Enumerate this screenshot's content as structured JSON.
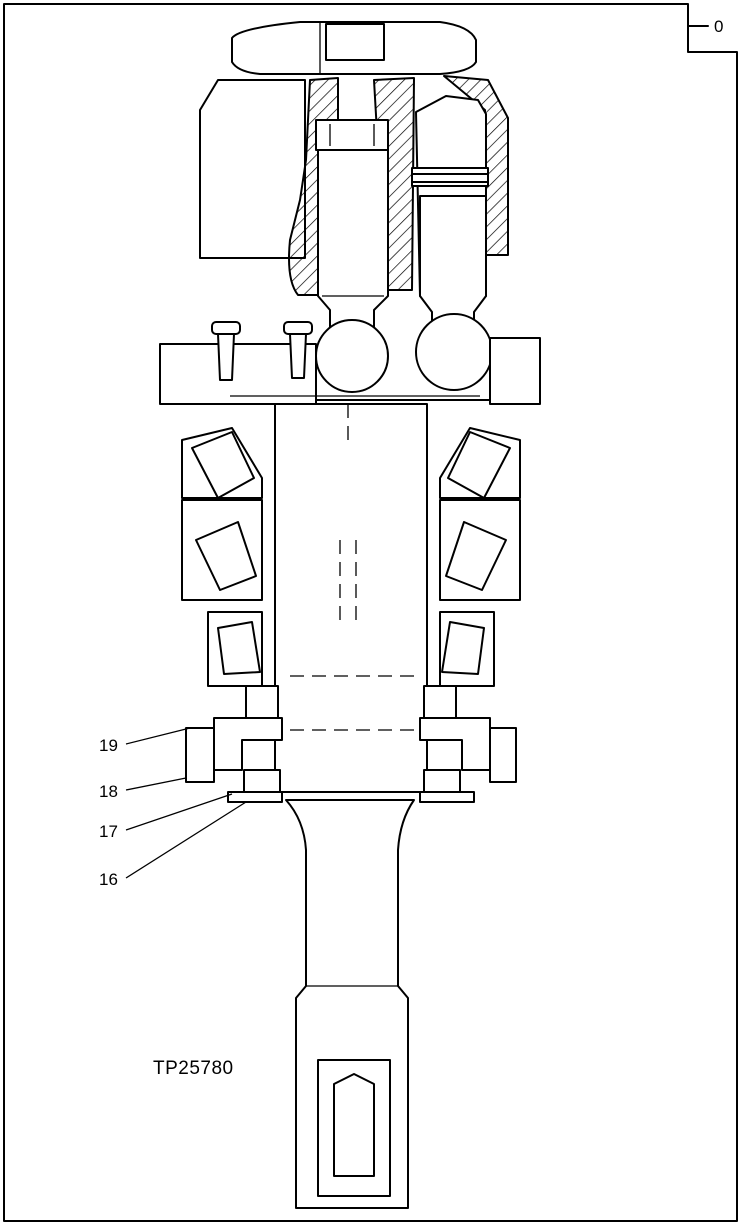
{
  "diagram": {
    "page_tab": "0",
    "callouts": [
      {
        "id": "19",
        "text": "19"
      },
      {
        "id": "18",
        "text": "18"
      },
      {
        "id": "17",
        "text": "17"
      },
      {
        "id": "16",
        "text": "16"
      }
    ],
    "figure_code": "TP25780"
  }
}
